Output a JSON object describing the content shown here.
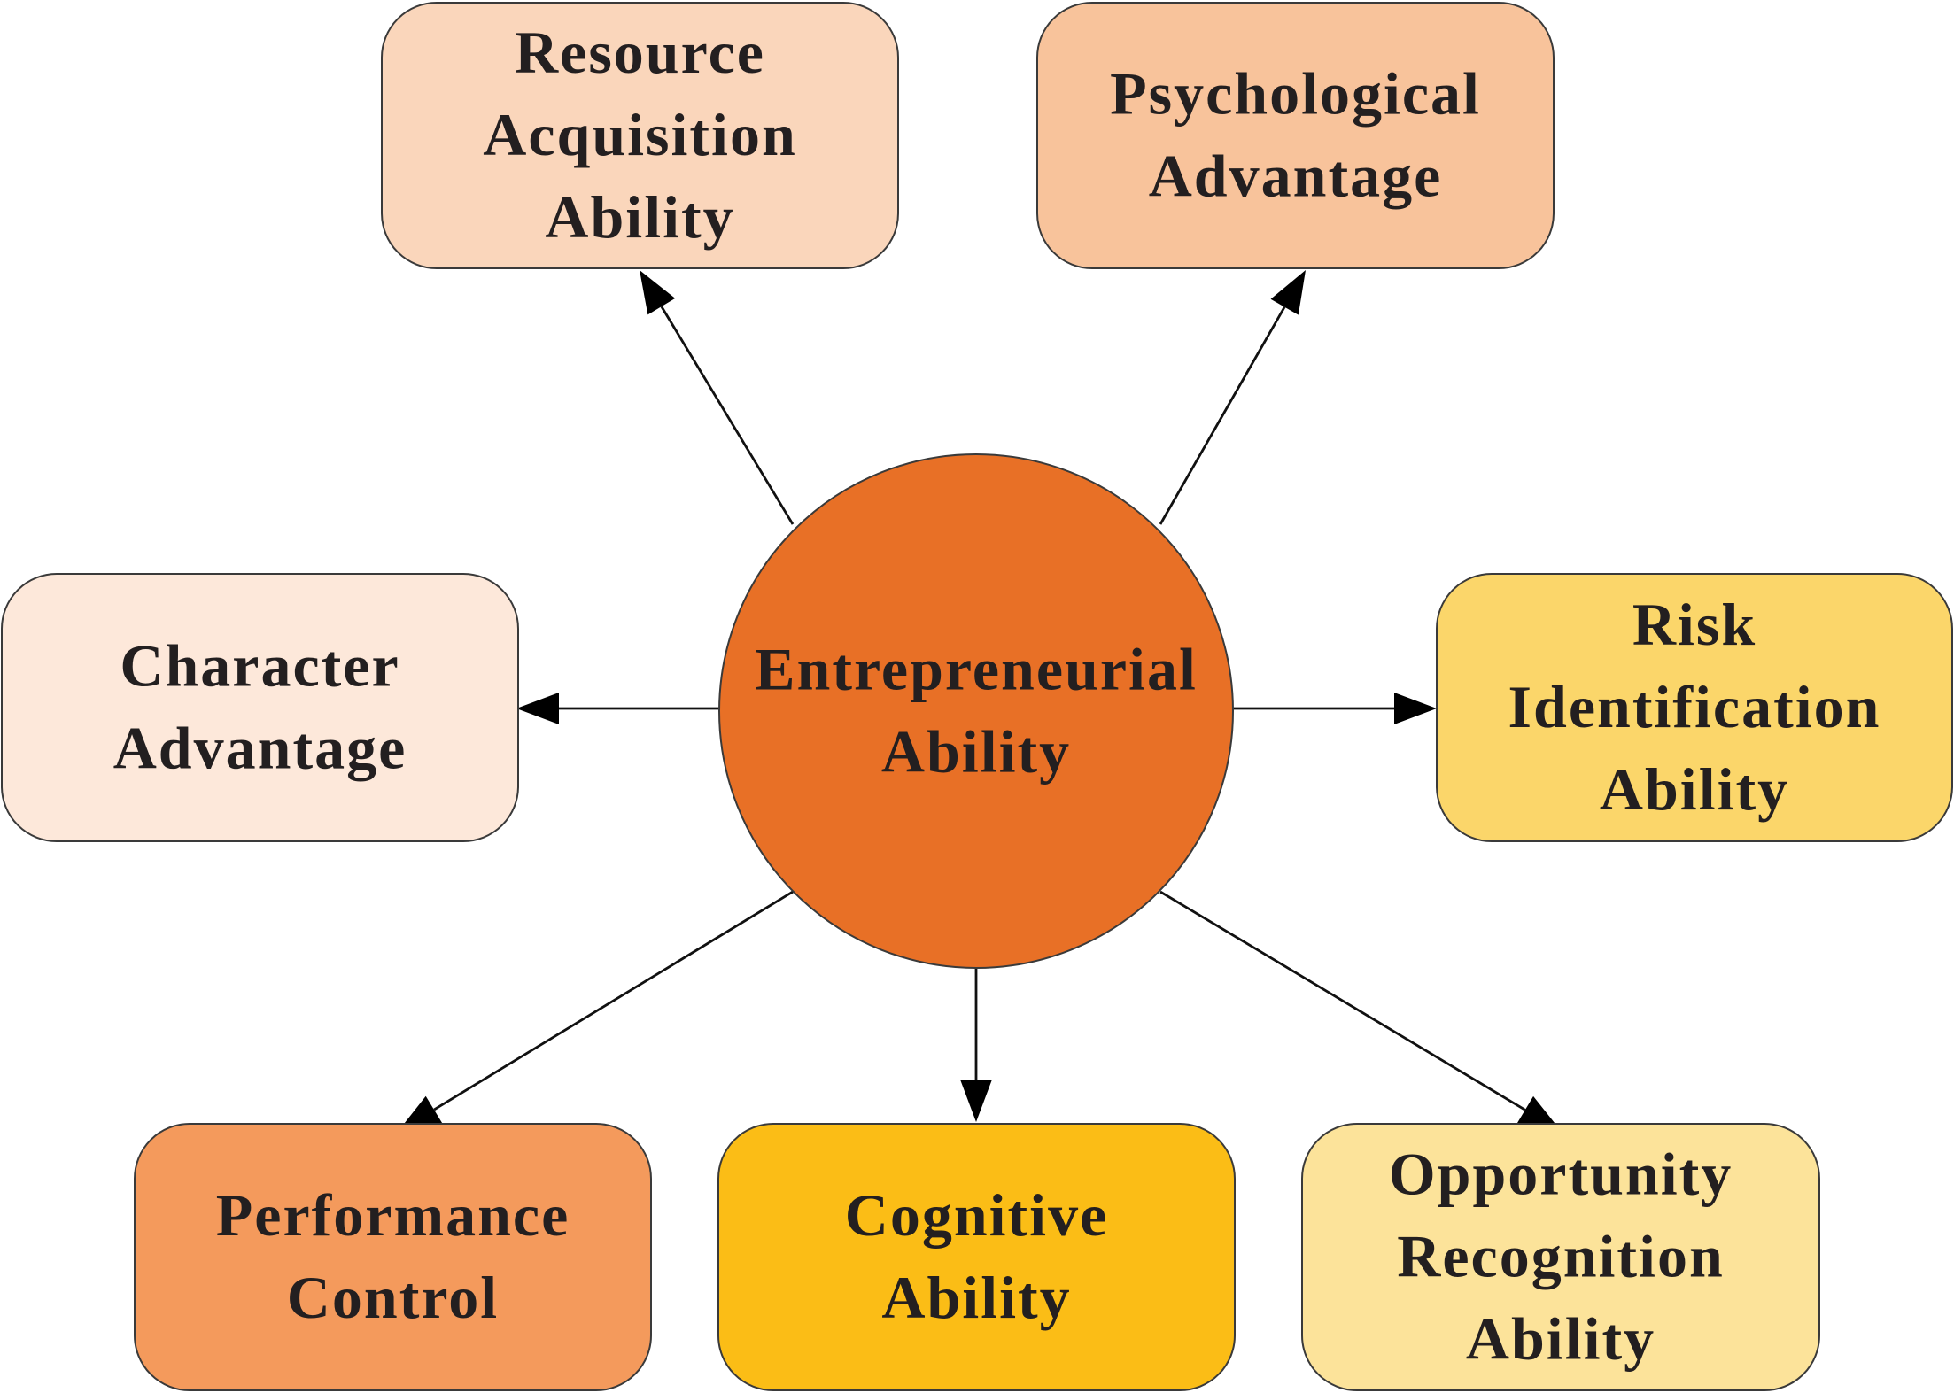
{
  "center": {
    "lines": [
      "Entrepreneurial",
      "Ability"
    ],
    "color": "#e87026"
  },
  "nodes": [
    {
      "id": "resource-acquisition-ability",
      "lines": [
        "Resource",
        "Acquisition",
        "Ability"
      ],
      "color": "#fad6bb"
    },
    {
      "id": "psychological-advantage",
      "lines": [
        "Psychological",
        "Advantage"
      ],
      "color": "#f8c39b"
    },
    {
      "id": "character-advantage",
      "lines": [
        "Character",
        "Advantage"
      ],
      "color": "#fde8da"
    },
    {
      "id": "risk-identification-ability",
      "lines": [
        "Risk",
        "Identification",
        "Ability"
      ],
      "color": "#fbd66a"
    },
    {
      "id": "performance-control",
      "lines": [
        "Performance",
        "Control"
      ],
      "color": "#f49a5c"
    },
    {
      "id": "cognitive-ability",
      "lines": [
        "Cognitive",
        "Ability"
      ],
      "color": "#fbbd16"
    },
    {
      "id": "opportunity-recognition-ability",
      "lines": [
        "Opportunity",
        "Recognition",
        "Ability"
      ],
      "color": "#fce39a"
    }
  ]
}
